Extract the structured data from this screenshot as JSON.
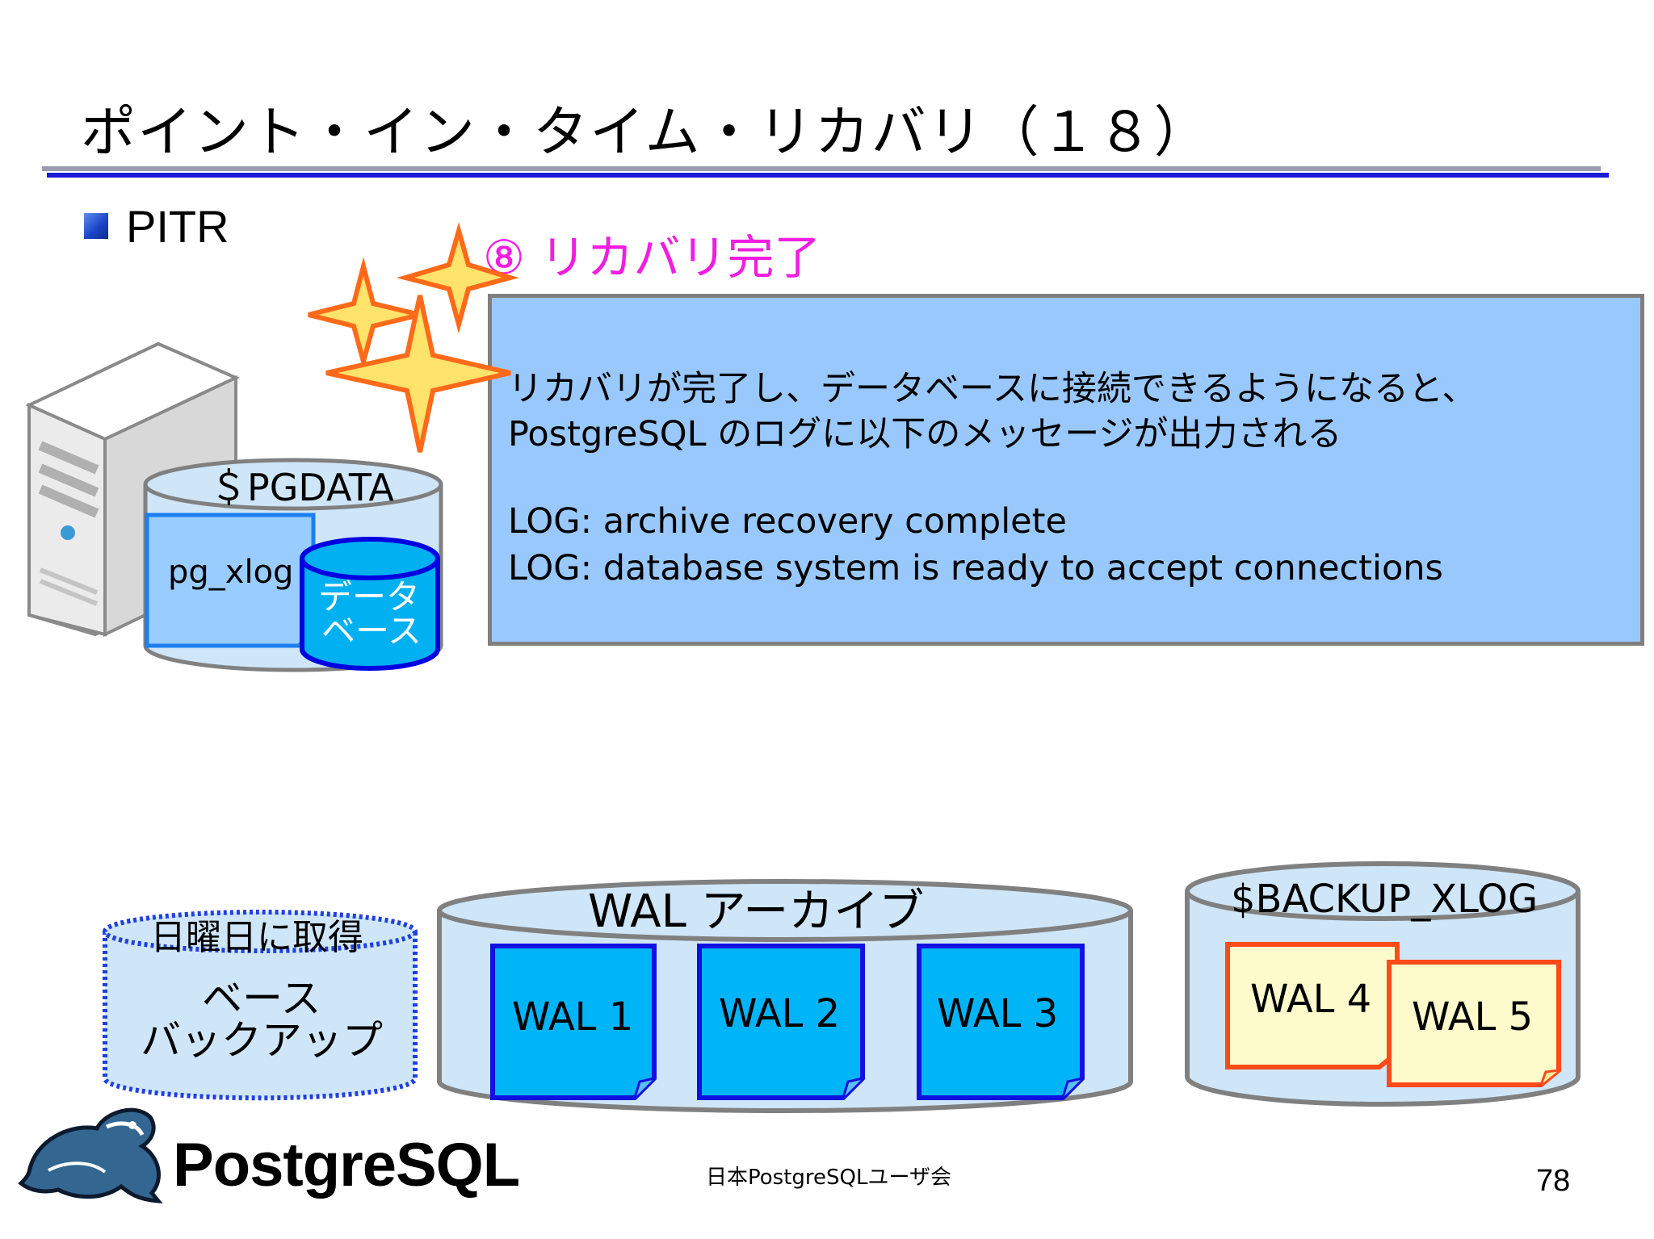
{
  "slide": {
    "title": "ポイント・イン・タイム・リカバリ（１８）",
    "bullet": "PITR",
    "step": "⑧ リカバリ完了"
  },
  "message_box": {
    "lines": [
      "リカバリが完了し、データベースに接続できるようになると、",
      "PostgreSQL のログに以下のメッセージが出力される",
      "LOG:  archive recovery complete",
      "LOG:  database system is ready to accept connections"
    ]
  },
  "server": {
    "pgdata_label": "＄PGDATA",
    "xlog_label": "pg_xlog",
    "db_label_1": "データ",
    "db_label_2": "ベース"
  },
  "base_backup": {
    "label": "日曜日に取得",
    "line1": "ベース",
    "line2": "バックアップ"
  },
  "wal_archive": {
    "title": "WAL アーカイブ",
    "files": [
      "WAL 1",
      "WAL 2",
      "WAL 3"
    ]
  },
  "backup_xlog": {
    "title": "$BACKUP_XLOG",
    "files": [
      "WAL 4",
      "WAL 5"
    ]
  },
  "footer": {
    "org": "日本PostgreSQLユーザ会",
    "page": "78",
    "logo": "PostgreSQL"
  },
  "colors": {
    "title_rule": "#1a1ad8",
    "message_box": "#99c8fc",
    "step_text": "#f01ee0",
    "cylinder_fill": "#cfe6f8",
    "wal_archived": "#00b4f8",
    "wal_backup": "#fdfbcc",
    "wal_backup_border": "#ff4a1a",
    "star_fill": "#ffe36a",
    "star_stroke": "#ff6a1a"
  },
  "icons": [
    "server-icon",
    "sparkle-icon",
    "postgresql-elephant-icon"
  ]
}
